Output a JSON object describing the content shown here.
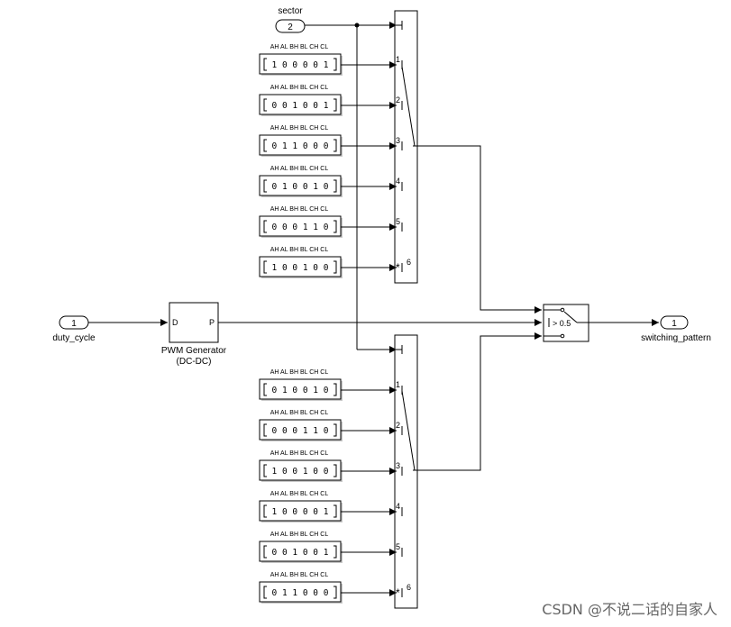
{
  "inports": [
    {
      "number": "2",
      "name": "sector"
    },
    {
      "number": "1",
      "name": "duty_cycle"
    }
  ],
  "outport": {
    "number": "1",
    "name": "switching_pattern"
  },
  "pwm_block": {
    "name_line1": "PWM Generator",
    "name_line2": "(DC-DC)",
    "in_port": "D",
    "out_port": "P"
  },
  "switch_block": {
    "threshold_label": "> 0.5"
  },
  "constant_header": "AH AL BH BL CH CL",
  "upper_constants": [
    "1 0 0 0 0 1",
    "0 0 1 0 0 1",
    "0 1 1 0 0 0",
    "0 1 0 0 1 0",
    "0 0 0 1 1 0",
    "1 0 0 1 0 0"
  ],
  "lower_constants": [
    "0 1 0 0 1 0",
    "0 0 0 1 1 0",
    "1 0 0 1 0 0",
    "1 0 0 0 0 1",
    "0 0 1 0 0 1",
    "0 1 1 0 0 0"
  ],
  "port_labels": [
    "1",
    "2",
    "3",
    "4",
    "5",
    "6"
  ],
  "default_marker": "*",
  "watermark": "CSDN @不说二话的自家人"
}
